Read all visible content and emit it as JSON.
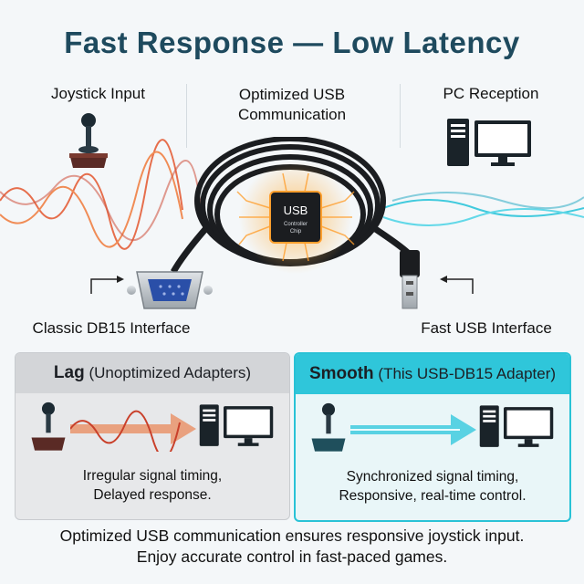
{
  "header": {
    "title": "Fast Response — Low Latency"
  },
  "top_labels": {
    "left": "Joystick Input",
    "center": [
      "Optimized USB",
      "Communication"
    ],
    "right": "PC Reception"
  },
  "chip": {
    "line1": "USB",
    "line2": "Controller",
    "line3": "Chip"
  },
  "connector_labels": {
    "left": "Classic DB15 Interface",
    "right": "Fast USB Interface"
  },
  "panels": {
    "lag": {
      "title": "Lag",
      "subtitle": "(Unoptimized Adapters)",
      "caption": [
        "Irregular signal timing,",
        "Delayed response."
      ]
    },
    "smooth": {
      "title": "Smooth",
      "subtitle": "(This USB-DB15 Adapter)",
      "caption": [
        "Synchronized signal timing,",
        "Responsive, real-time control."
      ]
    }
  },
  "footer": [
    "Optimized USB communication ensures responsive joystick input.",
    "Enjoy accurate control in fast-paced games."
  ],
  "icons": [
    "joystick-icon",
    "desktop-pc-icon",
    "db15-connector-icon",
    "usb-a-connector-icon",
    "usb-chip-icon",
    "arrow-icon"
  ],
  "colors": {
    "title": "#1e4a5e",
    "lag_wave": "#e4572e",
    "smooth_wave": "#22c3d9",
    "smooth_accent": "#2fc6da"
  }
}
